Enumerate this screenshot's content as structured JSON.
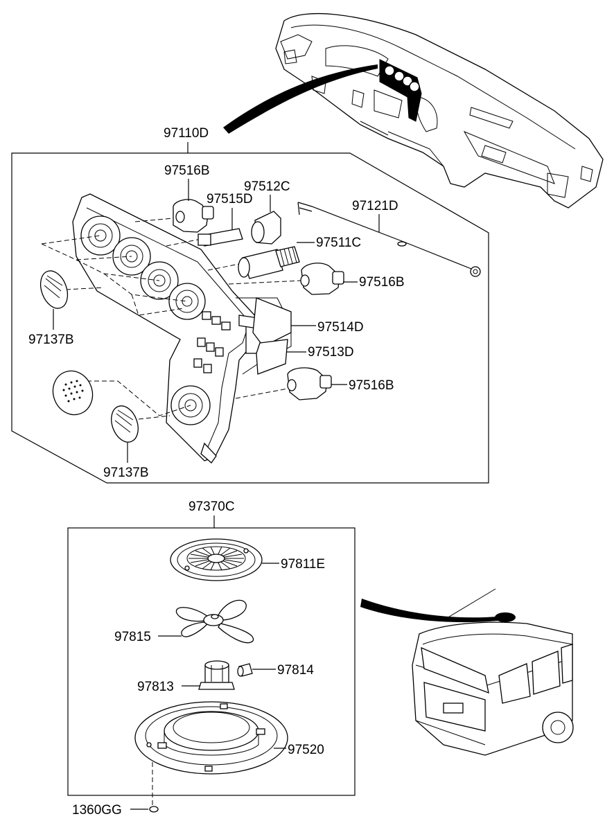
{
  "labels": {
    "assembly_top": "97110D",
    "knob_motor_upper": "97516B",
    "actuator_c": "97512C",
    "actuator_d": "97515D",
    "cable": "97121D",
    "motor_c": "97511C",
    "knob_motor_right": "97516B",
    "module_d": "97514D",
    "module_lower": "97513D",
    "knob_motor_lower": "97516B",
    "knob_upper": "97137B",
    "knob_lower": "97137B",
    "assembly_bottom": "97370C",
    "grille": "97811E",
    "fan": "97815",
    "connector": "97814",
    "motor": "97813",
    "housing": "97520",
    "screw": "1360GG"
  }
}
